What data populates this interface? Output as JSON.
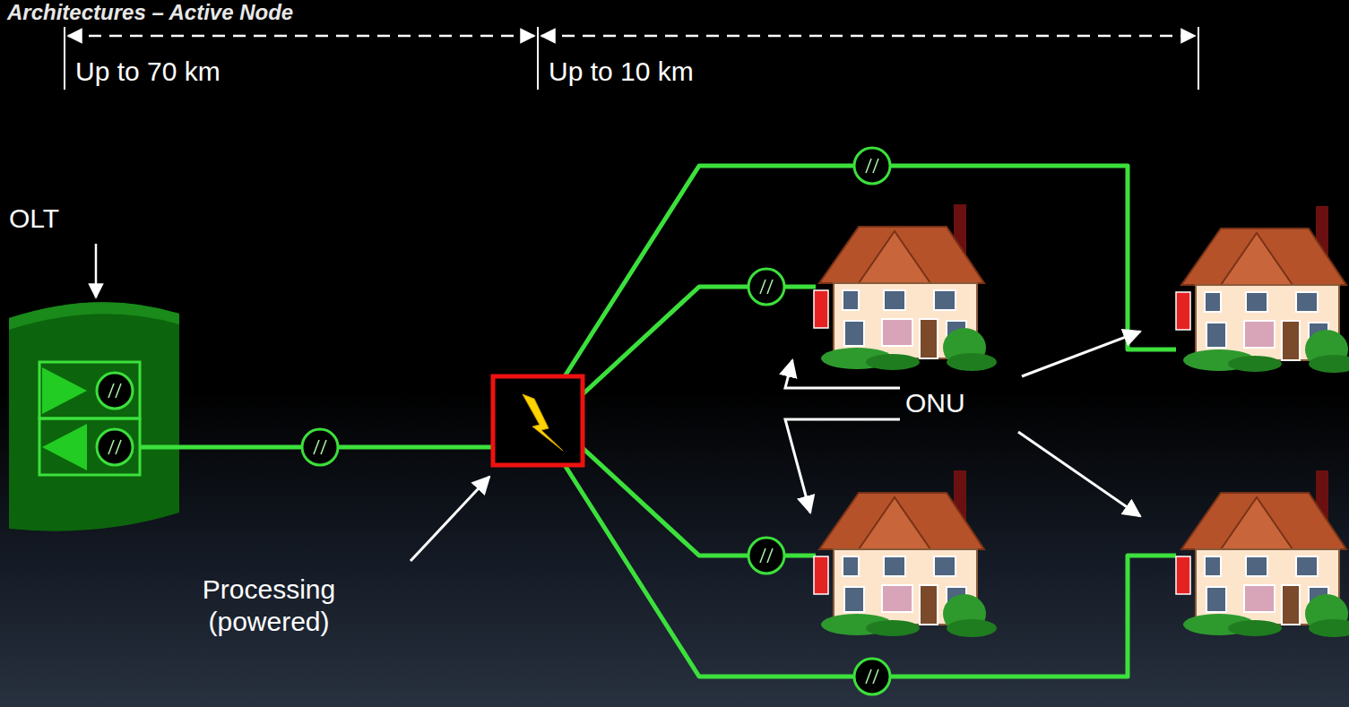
{
  "diagram": {
    "title": "Architectures – Active Node",
    "labels": [
      "Up to 70 km",
      "Up to 10 km",
      "OLT",
      "ONU",
      "Processing (powered)"
    ]
  }
}
